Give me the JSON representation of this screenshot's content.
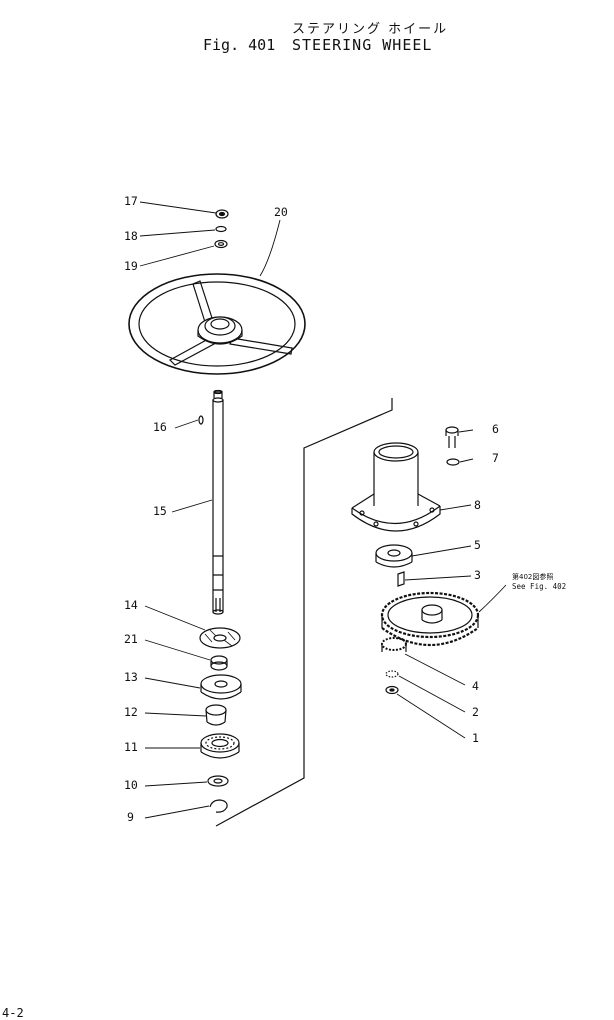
{
  "title": {
    "japanese": "ステアリング ホイール",
    "figure": "Fig. 401",
    "name": "STEERING WHEEL"
  },
  "reference": {
    "japanese": "第402図参照",
    "english": "See Fig. 402"
  },
  "page_number": "4-2",
  "callouts": [
    "1",
    "2",
    "3",
    "4",
    "5",
    "6",
    "7",
    "8",
    "9",
    "10",
    "11",
    "12",
    "13",
    "14",
    "15",
    "16",
    "17",
    "18",
    "19",
    "20",
    "21"
  ]
}
